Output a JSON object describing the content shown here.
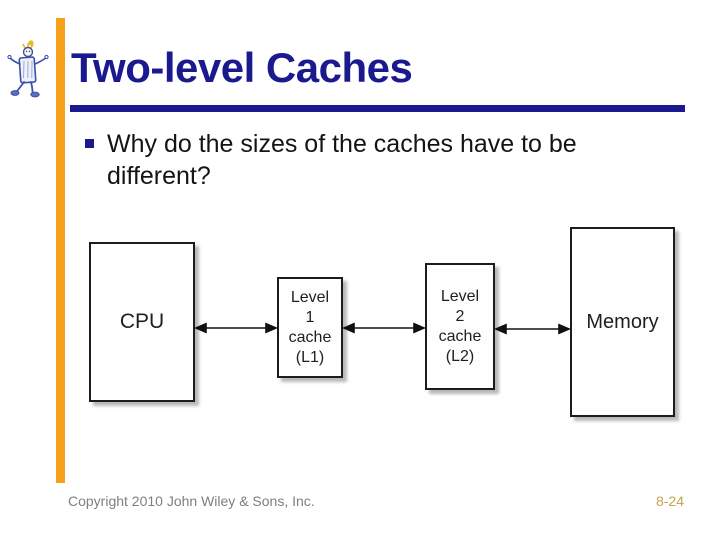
{
  "slide": {
    "title": "Two-level Caches",
    "bullet_text": "Why do the sizes of the caches have to be different?",
    "footer": {
      "copyright": "Copyright 2010 John Wiley & Sons, Inc.",
      "page_number": "8-24"
    }
  },
  "logo": {
    "name": "walking-chip-mascot"
  },
  "diagram": {
    "type": "block-diagram",
    "nodes": [
      {
        "id": "cpu",
        "label": "CPU"
      },
      {
        "id": "l1-cache",
        "label": "Level 1 cache (L1)"
      },
      {
        "id": "l2-cache",
        "label": "Level 2 cache (L2)"
      },
      {
        "id": "memory",
        "label": "Memory"
      }
    ],
    "l1_lines": [
      "Level",
      "1",
      "cache",
      "(L1)"
    ],
    "l2_lines": [
      "Level",
      "2",
      "cache",
      "(L2)"
    ],
    "connections": [
      {
        "from": "cpu",
        "to": "l1-cache",
        "bidirectional": true
      },
      {
        "from": "l1-cache",
        "to": "l2-cache",
        "bidirectional": true
      },
      {
        "from": "l2-cache",
        "to": "memory",
        "bidirectional": true
      }
    ]
  },
  "colors": {
    "title_navy": "#1a1a8e",
    "accent_orange": "#f7a11a",
    "page_number_gold": "#c7a24f",
    "copyright_gray": "#7f7f7f"
  }
}
